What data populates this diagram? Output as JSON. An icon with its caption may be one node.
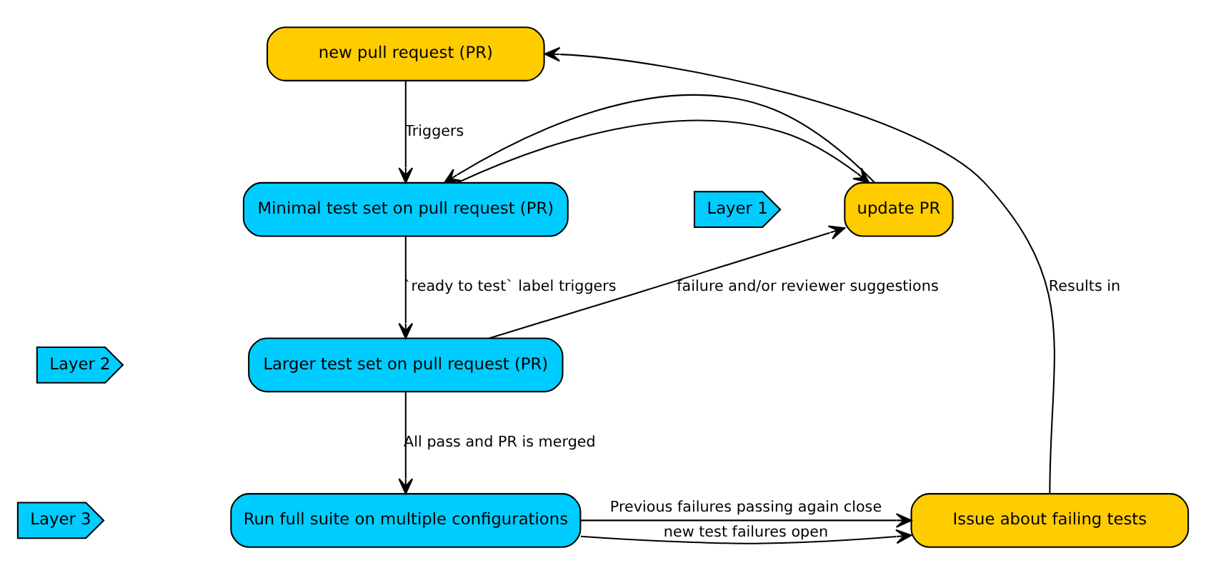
{
  "diagram": {
    "nodes": [
      {
        "text": [
          "new pull request (PR)"
        ]
      },
      {
        "text": [
          "Layer 1"
        ]
      },
      {
        "text": [
          "Minimal test set on pull request (PR)"
        ]
      },
      {
        "text": [
          "update PR"
        ]
      },
      {
        "text": [
          "Layer 2"
        ]
      },
      {
        "text": [
          "Larger test set on pull request (PR)"
        ]
      },
      {
        "text": [
          "Layer 3"
        ]
      },
      {
        "text": [
          "Run full suite on multiple configurations"
        ]
      },
      {
        "text": [
          "Issue about failing tests"
        ]
      }
    ],
    "edges": [
      {
        "from": 0,
        "to": 2,
        "arrow": "to",
        "label": "Triggers"
      },
      {
        "from": 2,
        "to": 3,
        "arrow": "to"
      },
      {
        "from": 3,
        "to": 2,
        "arrow": "to"
      },
      {
        "from": 2,
        "to": 5,
        "arrow": "to",
        "label": "`ready to test` label triggers"
      },
      {
        "from": 5,
        "to": 3,
        "arrow": "to",
        "label": "failure and/or reviewer suggestions"
      },
      {
        "from": 5,
        "to": 7,
        "arrow": "to",
        "label": "All pass and PR is merged"
      },
      {
        "from": 7,
        "to": 8,
        "arrow": "to",
        "label": "new test failures open"
      },
      {
        "from": 7,
        "to": 8,
        "arrow": "to",
        "label": "Previous failures passing again close"
      },
      {
        "from": 8,
        "to": 0,
        "arrow": "to",
        "label": "Results in"
      }
    ]
  }
}
